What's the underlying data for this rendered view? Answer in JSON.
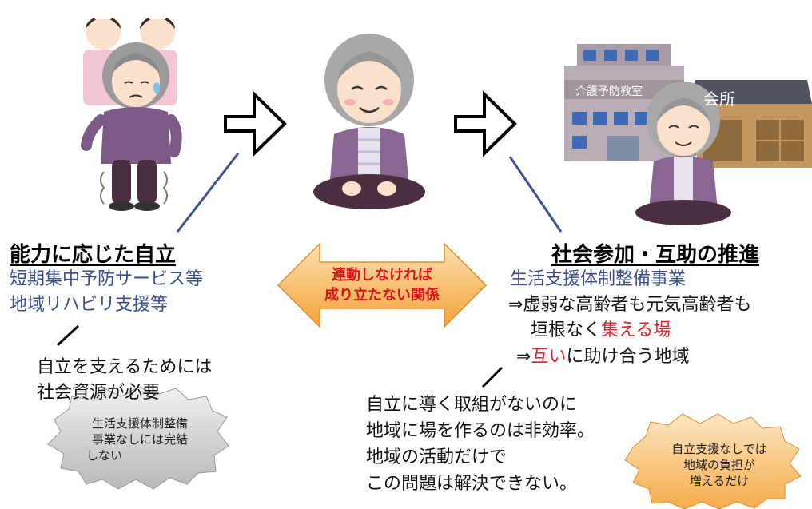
{
  "left": {
    "title": "能力に応じた自立",
    "lines": [
      "短期集中予防サービス等",
      "地域リハビリ支援等"
    ],
    "note": [
      "自立を支えるためには",
      "社会資源が必要"
    ],
    "burst": [
      "生活支援体制整備",
      "事業なしには完結",
      "しない"
    ]
  },
  "center": {
    "arrow_text": [
      "連動しなければ",
      "成り立たない関係"
    ]
  },
  "right": {
    "title": "社会参加・互助の推進",
    "program": "生活支援体制整備事業",
    "line1": "⇒虚弱な高齢者も元気高齢者も",
    "line2_plain": "垣根なく",
    "line2_red": "集える場",
    "line3_prefix": "⇒",
    "line3_red": "互い",
    "line3_plain": "に助け合う地域",
    "building_signs": [
      "介護予防教室",
      "会所"
    ],
    "burst": [
      "自立支援なしでは",
      "地域の負担が",
      "増えるだけ"
    ]
  },
  "bottom_note": [
    "自立に導く取組がないのに",
    "地域に場を作るのは非効率。",
    "地域の活動だけで",
    "この問題は解決できない。"
  ],
  "colors": {
    "blue_text": "#3a4f8c",
    "red_text": "#e0222a",
    "arrow_orange": "#f4a23a",
    "burst_gray": "#c8c8c8",
    "burst_orange": "#f6b55a"
  }
}
